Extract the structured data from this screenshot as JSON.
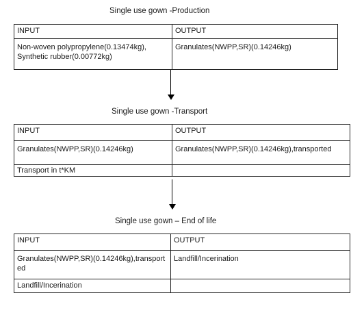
{
  "stages": [
    {
      "title": "Single use gown -Production",
      "input_header": "INPUT",
      "output_header": "OUTPUT",
      "rows": [
        {
          "input": "Non-woven polypropylene(0.13474kg), Synthetic rubber(0.00772kg)",
          "output": "Granulates(NWPP,SR)(0.14246kg)"
        }
      ]
    },
    {
      "title": "Single use gown -Transport",
      "input_header": "INPUT",
      "output_header": "OUTPUT",
      "rows": [
        {
          "input": "Granulates(NWPP,SR)(0.14246kg)",
          "output": "Granulates(NWPP,SR)(0.14246kg),transported"
        },
        {
          "input": "Transport in t*KM",
          "output": ""
        }
      ]
    },
    {
      "title": "Single use gown – End of life",
      "input_header": "INPUT",
      "output_header": "OUTPUT",
      "rows": [
        {
          "input": "Granulates(NWPP,SR)(0.14246kg),transported",
          "output": "Landfill/Incerination"
        },
        {
          "input": "Landfill/Incerination",
          "output": ""
        }
      ]
    }
  ]
}
